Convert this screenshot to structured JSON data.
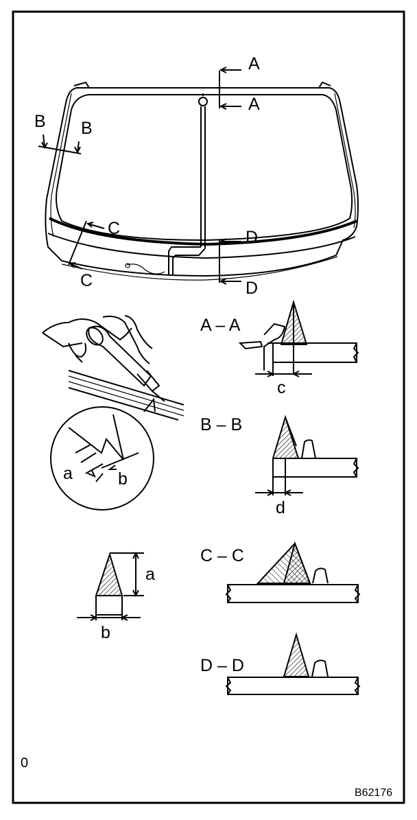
{
  "labels": {
    "A_top": "A",
    "A_bottom": "A",
    "B_left": "B",
    "B_right": "B",
    "C_top": "C",
    "C_bottom": "C",
    "D_top": "D",
    "D_bottom": "D",
    "detail_a": "a",
    "detail_b": "b",
    "dim_a": "a",
    "dim_b": "b",
    "dim_c": "c",
    "dim_d": "d"
  },
  "sections": {
    "aa": "A – A",
    "bb": "B – B",
    "cc": "C – C",
    "dd": "D – D"
  },
  "footer": {
    "page_mark": "0",
    "figure_id": "B62176"
  }
}
